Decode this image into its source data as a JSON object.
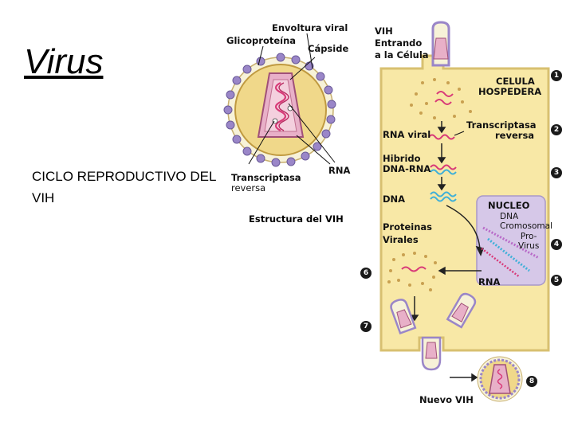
{
  "title": "Virus",
  "subtitle_line1": "CICLO REPRODUCTIVO DEL",
  "subtitle_line2": "VIH",
  "structure": {
    "envoltura": "Envoltura viral",
    "glicoproteina": "Glicoproteína",
    "capside": "Cápside",
    "transcriptasa_1": "Transcriptasa",
    "transcriptasa_2": "reversa",
    "rna": "RNA",
    "caption": "Estructura del VIH"
  },
  "cycle": {
    "entrando_1": "VIH",
    "entrando_2": "Entrando",
    "entrando_3": "a la Célula",
    "celula_1": "CELULA",
    "celula_2": "HOSPEDERA",
    "rna_viral": "RNA viral",
    "trans_1": "Transcriptasa",
    "trans_2": "reversa",
    "hibrido_1": "Hibrido",
    "hibrido_2": "DNA-RNA",
    "dna": "DNA",
    "nucleo": "NUCLEO",
    "nucleo_dna_1": "DNA",
    "nucleo_dna_2": "Cromosomal",
    "provirus_1": "Pro-",
    "provirus_2": "Virus",
    "proteinas_1": "Proteinas",
    "proteinas_2": "Virales",
    "rna_nucleo": "RNA",
    "nuevo": "Nuevo VIH",
    "steps": [
      "1",
      "2",
      "3",
      "4",
      "5",
      "6",
      "7",
      "8"
    ]
  },
  "colors": {
    "cell": "#f8e8a6",
    "cell_border": "#d8c070",
    "nucleus": "#d6c8e8",
    "envelope": "#f0d88a",
    "capsid": "#e8b0c8",
    "rna": "#d83a78",
    "dna": "#40b0d8",
    "glyco": "#9a86c8"
  }
}
